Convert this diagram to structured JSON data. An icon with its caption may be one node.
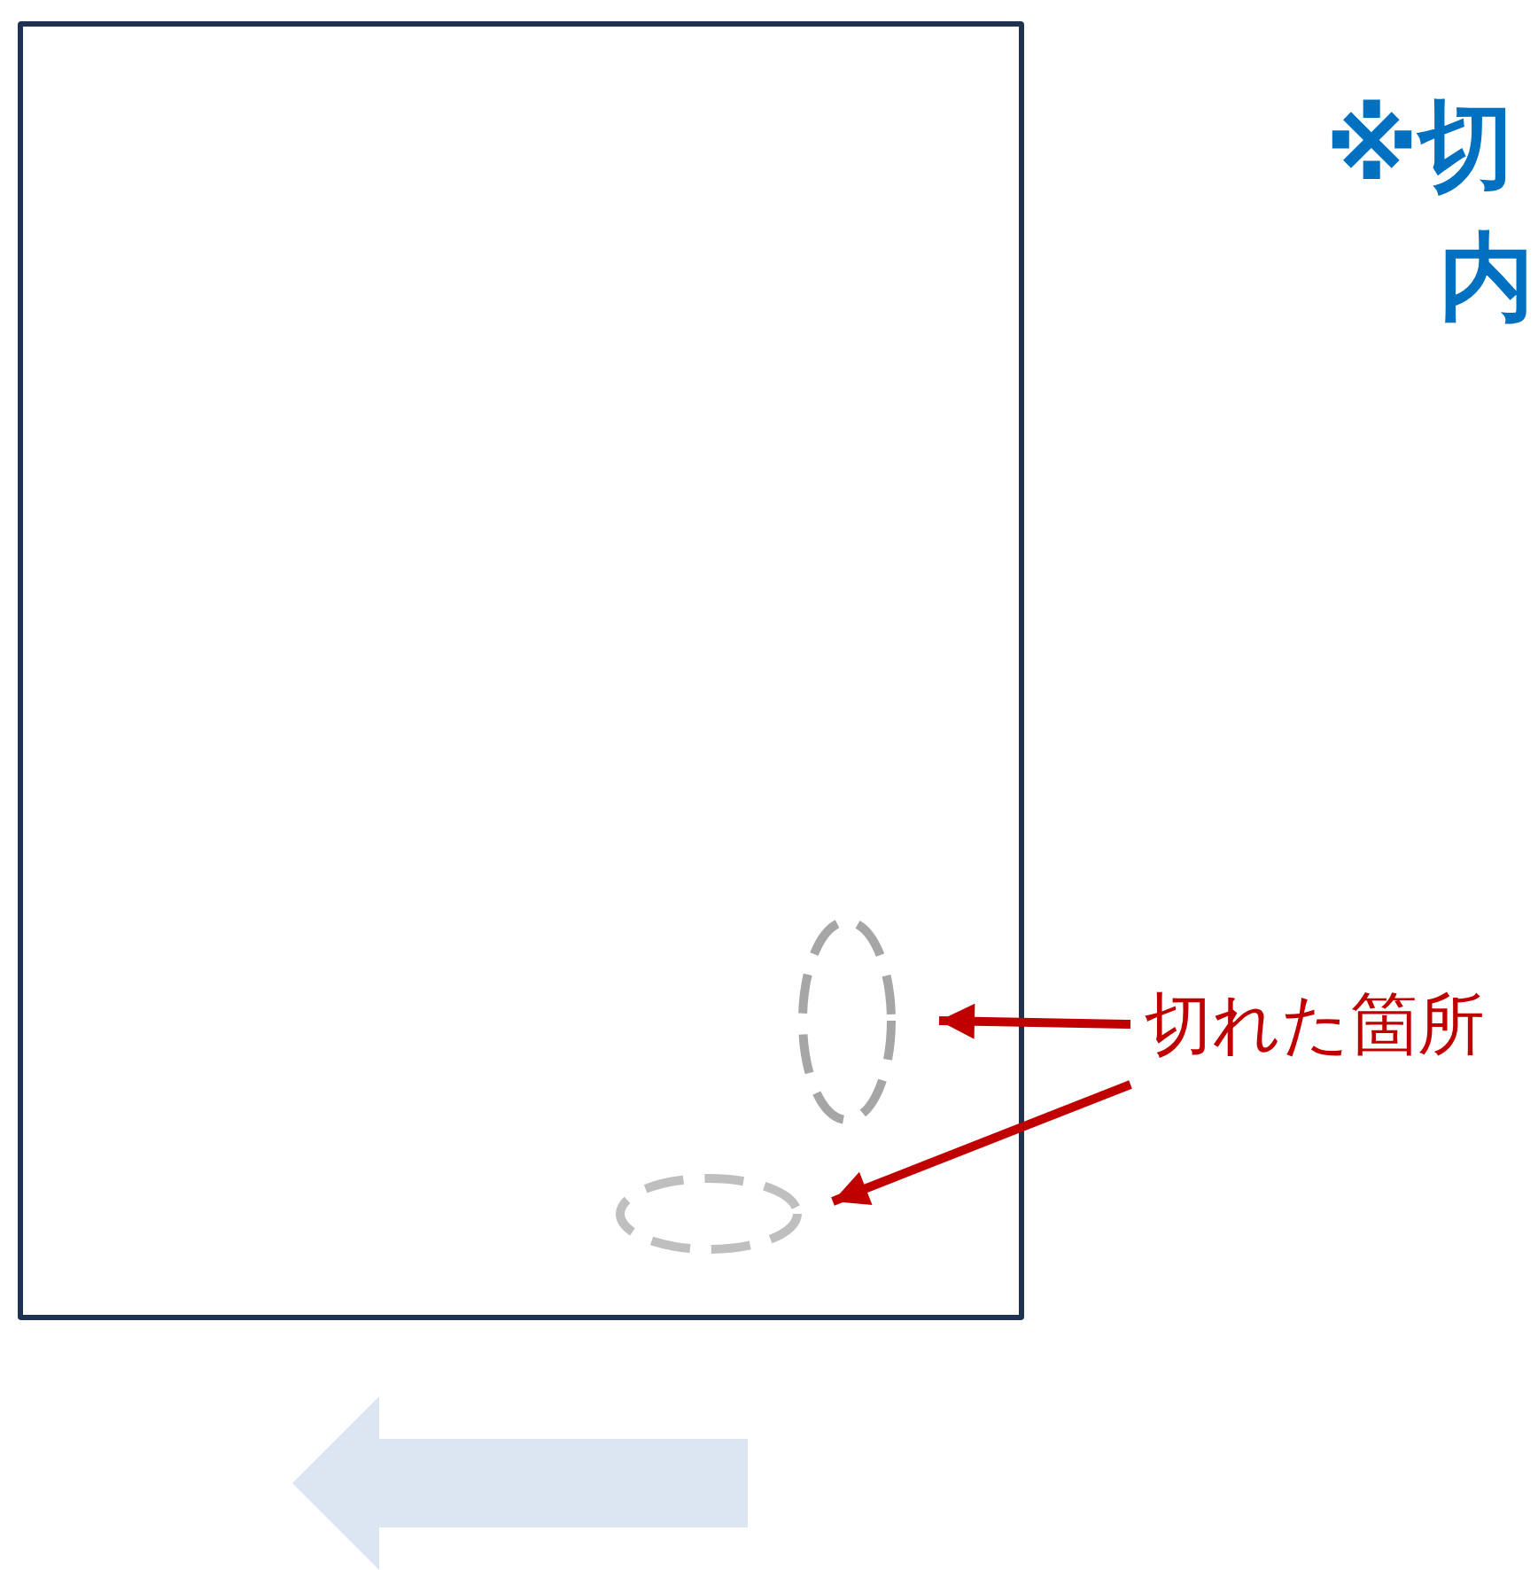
{
  "diagram": {
    "nodes": [
      {
        "text": [],
        "shape": "box"
      },
      {
        "text": [],
        "shape": "ellipse",
        "in": 0
      },
      {
        "text": [],
        "shape": "ellipse",
        "in": 0
      },
      {
        "text": [
          "切れた箇所"
        ]
      }
    ],
    "edges": [
      {
        "from": 3,
        "to": 1,
        "arrow": "to"
      },
      {
        "from": 3,
        "to": 2,
        "arrow": "to"
      }
    ],
    "labels": [
      "※切",
      "内"
    ]
  }
}
